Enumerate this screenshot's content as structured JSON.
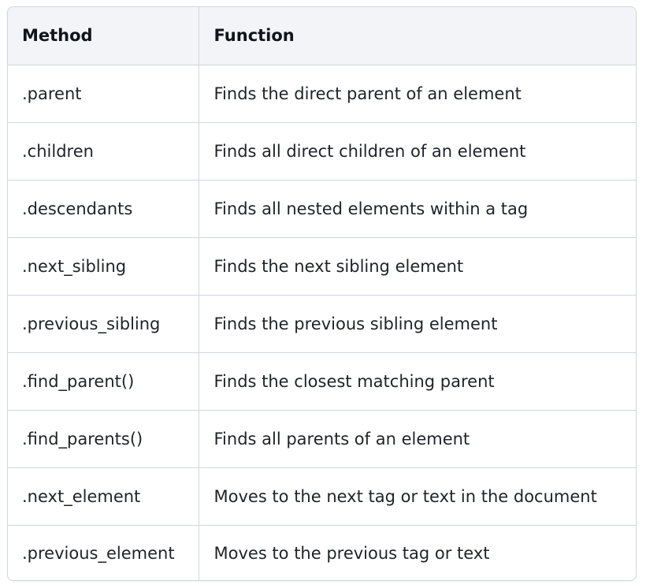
{
  "table": {
    "headers": [
      "Method",
      "Function"
    ],
    "rows": [
      [
        ".parent",
        "Finds the direct parent of an element"
      ],
      [
        ".children",
        "Finds all direct children of an element"
      ],
      [
        ".descendants",
        "Finds all nested elements within a tag"
      ],
      [
        ".next_sibling",
        "Finds the next sibling element"
      ],
      [
        ".previous_sibling",
        "Finds the previous sibling element"
      ],
      [
        ".find_parent()",
        "Finds the closest matching parent"
      ],
      [
        ".find_parents()",
        "Finds all parents of an element"
      ],
      [
        ".next_element",
        "Moves to the next tag or text in the document"
      ],
      [
        ".previous_element",
        "Moves to the previous tag or text"
      ]
    ]
  }
}
